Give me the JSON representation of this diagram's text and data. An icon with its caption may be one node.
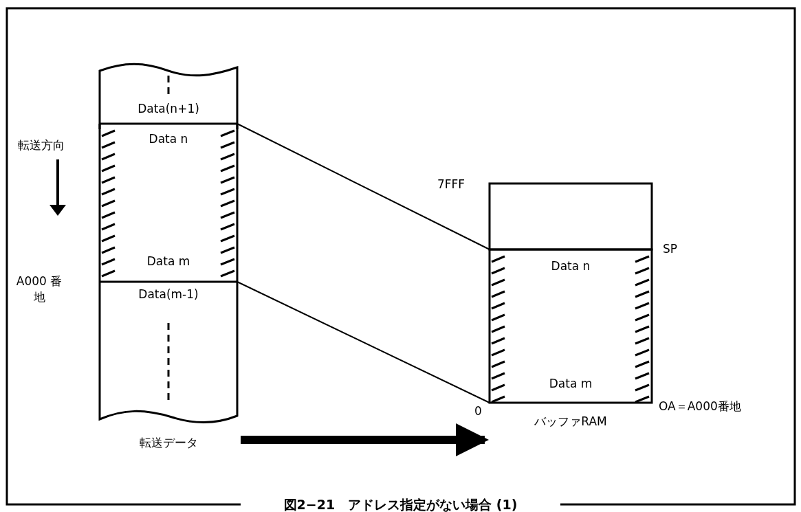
{
  "diagram": {
    "caption": "図2−21　アドレス指定がない場合 (1)",
    "nodes": [
      {
        "text": [
          "転送データ"
        ]
      },
      {
        "text": [
          "Data(n+1)"
        ],
        "in": 0
      },
      {
        "text": [
          "Data n",
          "Data m"
        ],
        "in": 0
      },
      {
        "text": [
          "Data(m-1)"
        ],
        "in": 0
      },
      {
        "text": [
          "バッファRAM"
        ]
      },
      {
        "text": [],
        "shape": "box",
        "in": 4
      },
      {
        "text": [
          "Data n",
          "Data m"
        ],
        "in": 4
      }
    ],
    "edges": [
      {
        "from": 2,
        "to": 6,
        "arrow": "none"
      },
      {
        "from": 2,
        "to": 6,
        "arrow": "none"
      },
      {
        "from": 0,
        "to": 4,
        "arrow": "to",
        "style": "thick"
      }
    ],
    "labels": [
      "転送方向",
      "A000 番地",
      "7FFF",
      "SP",
      "0",
      "OA＝A000番地"
    ]
  }
}
